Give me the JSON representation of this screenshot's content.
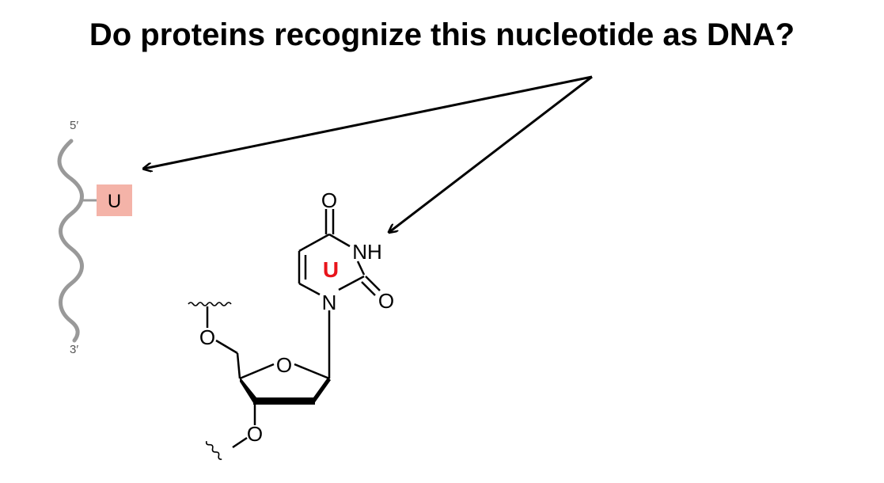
{
  "title": "Do proteins recognize this nucleotide as DNA?",
  "strand": {
    "label_5prime": "5′",
    "label_3prime": "3′",
    "base_letter": "U",
    "base_box_color": "#f4b3a8",
    "strand_color": "#999999"
  },
  "molecule": {
    "ring_label": "U",
    "ring_label_color": "#e8141b",
    "atoms": {
      "carbonyl_o_top": "O",
      "nh": "NH",
      "n1": "N",
      "carbonyl_o_right": "O",
      "ring_o": "O",
      "o5": "O",
      "o3": "O"
    }
  }
}
